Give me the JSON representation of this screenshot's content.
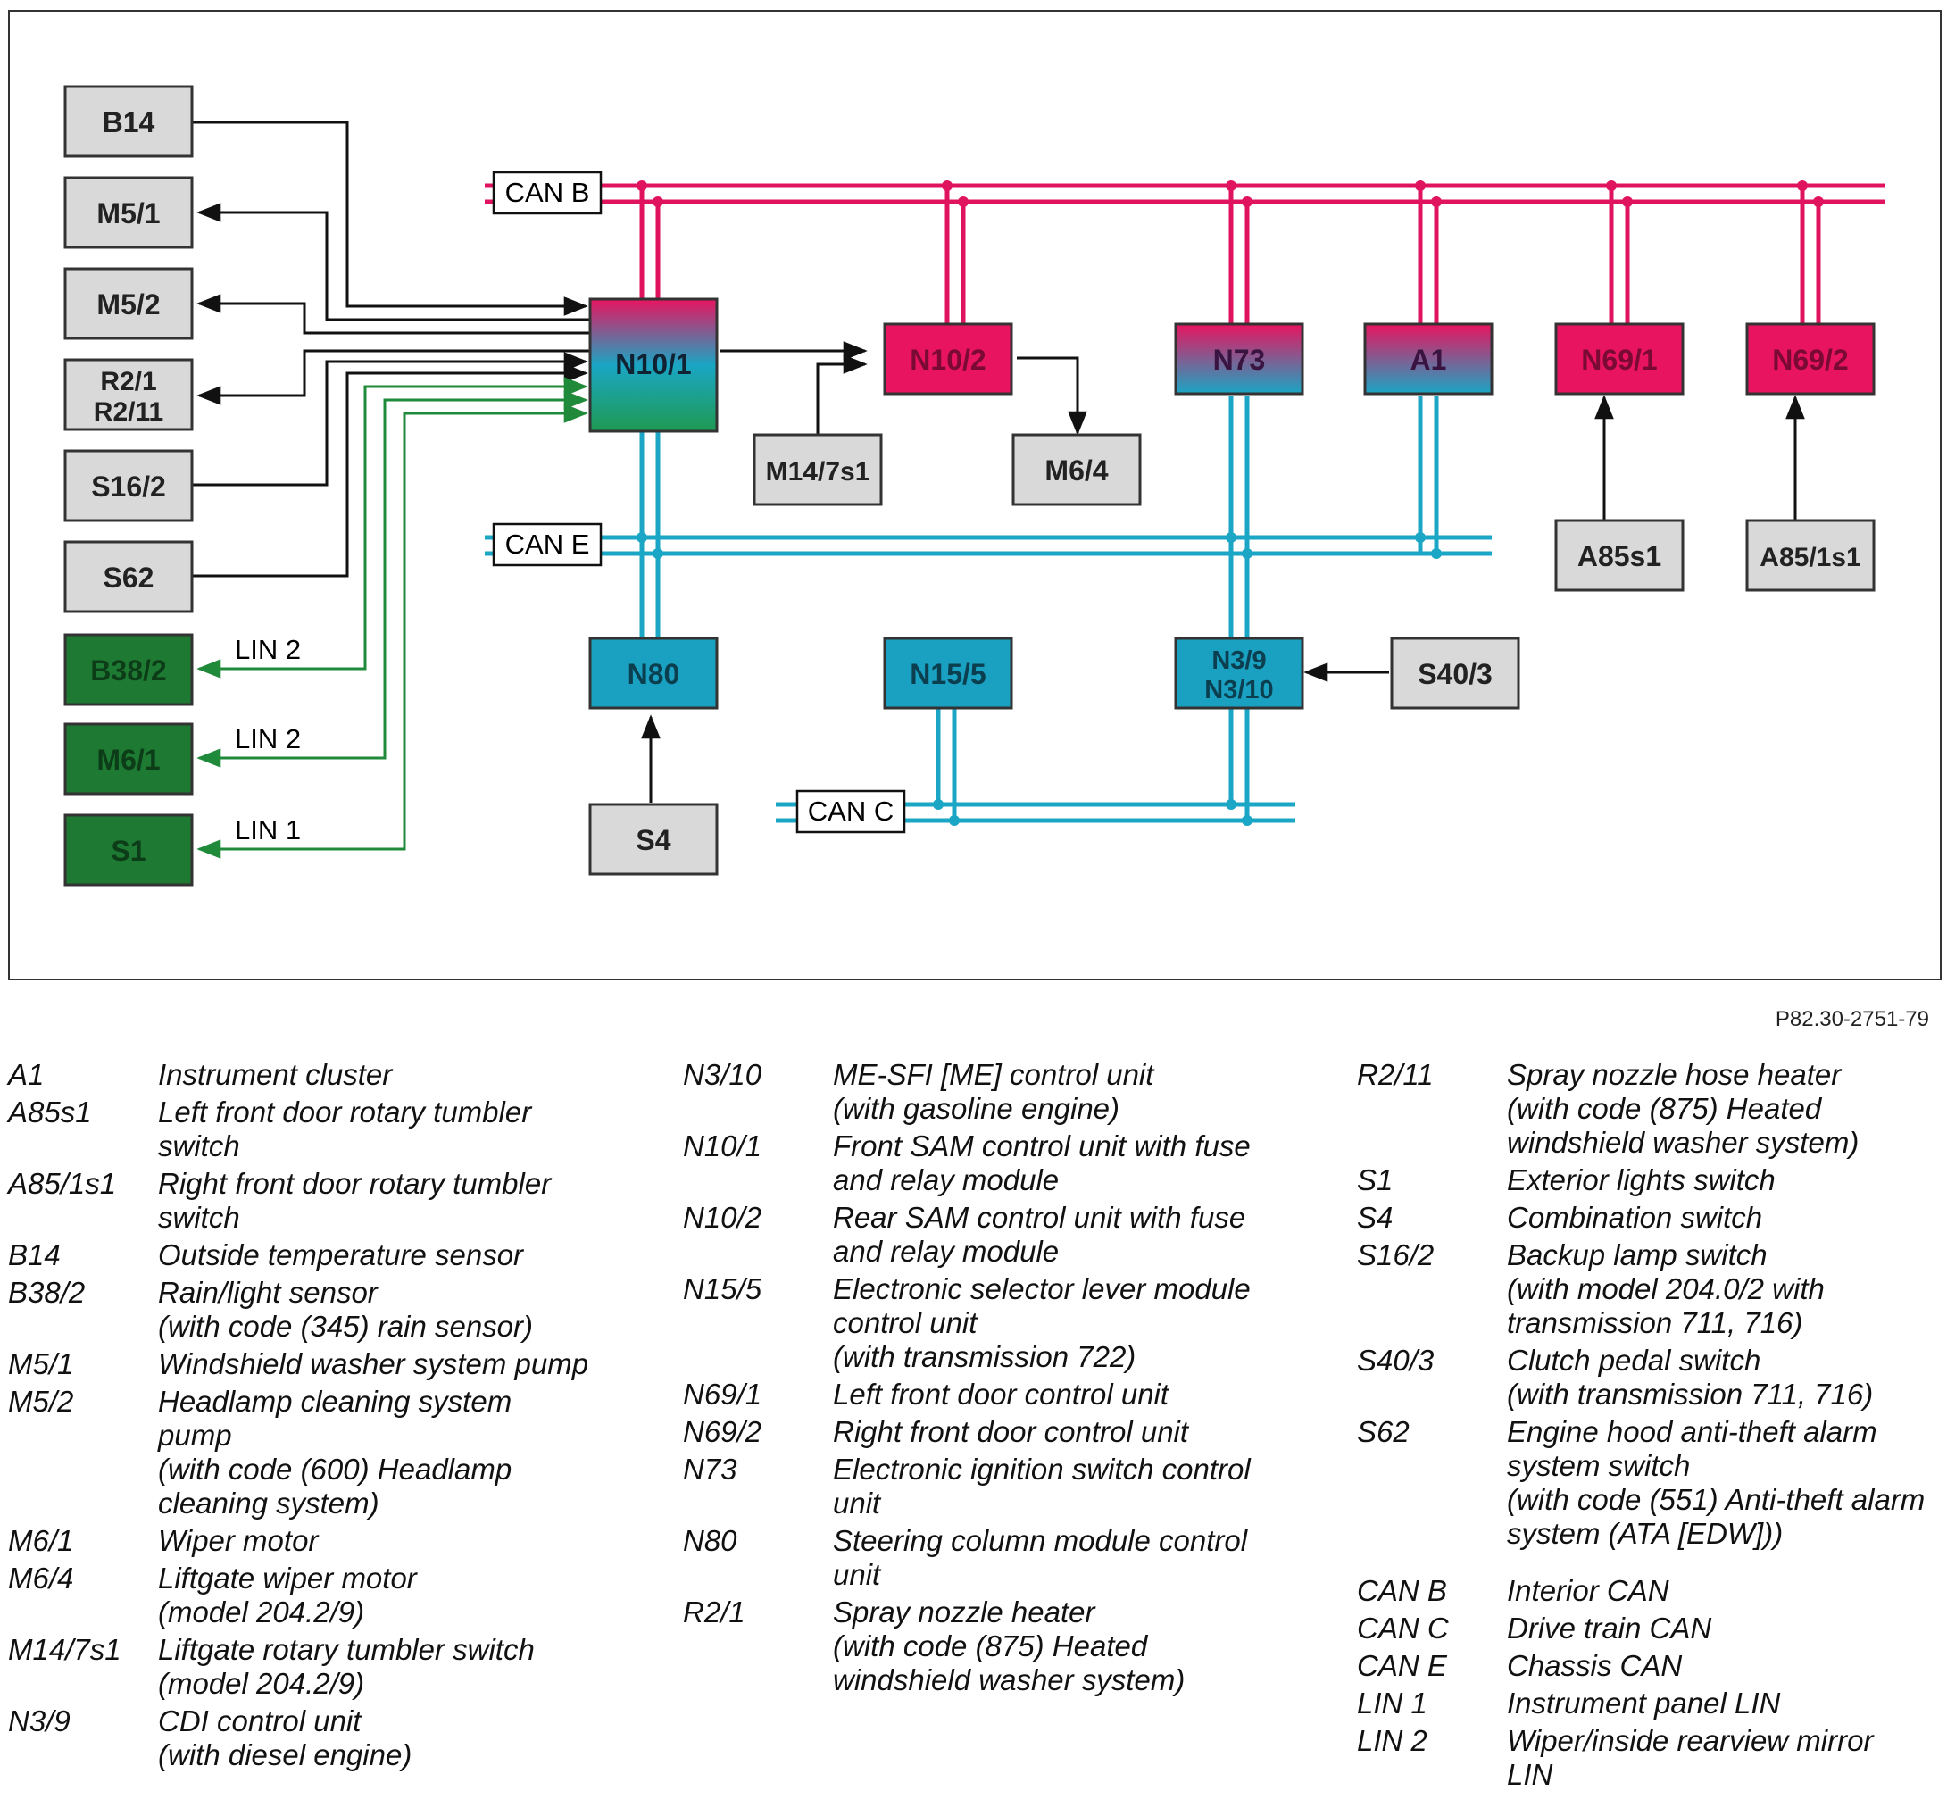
{
  "colors": {
    "can_b": "#e0135f",
    "can_e": "#1aa6c4",
    "can_c": "#1aa6c4",
    "lin": "#1f8a3a",
    "gray_box": "#d9d9d9",
    "green_box": "#1e7a32",
    "blue_box": "#1aa0c0",
    "pink_box": "#e8145f"
  },
  "diagram": {
    "buses": {
      "can_b": "CAN B",
      "can_e": "CAN E",
      "can_c": "CAN C"
    },
    "lin_labels": [
      "LIN 2",
      "LIN 2",
      "LIN 1"
    ],
    "boxes": {
      "B14": "B14",
      "M5_1": "M5/1",
      "M5_2": "M5/2",
      "R2_1": "R2/1",
      "R2_11": "R2/11",
      "S16_2": "S16/2",
      "S62": "S62",
      "B38_2": "B38/2",
      "M6_1": "M6/1",
      "S1": "S1",
      "N10_1": "N10/1",
      "N10_2": "N10/2",
      "N73": "N73",
      "A1": "A1",
      "N69_1": "N69/1",
      "N69_2": "N69/2",
      "M14_7s1": "M14/7s1",
      "M6_4": "M6/4",
      "A85s1": "A85s1",
      "A85_1s1": "A85/1s1",
      "N80": "N80",
      "N15_5": "N15/5",
      "N3_9": "N3/9",
      "N3_10": "N3/10",
      "S40_3": "S40/3",
      "S4": "S4"
    }
  },
  "figure_id": "P82.30-2751-79",
  "legend": {
    "col1": [
      {
        "code": "A1",
        "desc": "Instrument cluster"
      },
      {
        "code": "A85s1",
        "desc": "Left front door rotary tumbler\nswitch"
      },
      {
        "code": "A85/1s1",
        "desc": "Right front door rotary tumbler\nswitch"
      },
      {
        "code": "B14",
        "desc": "Outside temperature sensor"
      },
      {
        "code": "B38/2",
        "desc": "Rain/light sensor\n(with code (345) rain sensor)"
      },
      {
        "code": "M5/1",
        "desc": "Windshield washer system pump"
      },
      {
        "code": "M5/2",
        "desc": "Headlamp cleaning system\npump\n(with code (600) Headlamp\ncleaning system)"
      },
      {
        "code": "M6/1",
        "desc": "Wiper motor"
      },
      {
        "code": "M6/4",
        "desc": "Liftgate wiper motor\n(model 204.2/9)"
      },
      {
        "code": "M14/7s1",
        "desc": "Liftgate rotary tumbler switch\n(model 204.2/9)"
      },
      {
        "code": "N3/9",
        "desc": "CDI control unit\n(with diesel engine)"
      }
    ],
    "col2": [
      {
        "code": "N3/10",
        "desc": "ME-SFI [ME] control unit\n(with gasoline engine)"
      },
      {
        "code": "N10/1",
        "desc": "Front SAM control unit with fuse\nand relay module"
      },
      {
        "code": "N10/2",
        "desc": "Rear SAM control unit with fuse\nand relay module"
      },
      {
        "code": "N15/5",
        "desc": "Electronic selector lever module\ncontrol unit\n(with transmission 722)"
      },
      {
        "code": "N69/1",
        "desc": "Left front door control unit"
      },
      {
        "code": "N69/2",
        "desc": "Right front door control unit"
      },
      {
        "code": "N73",
        "desc": "Electronic ignition switch control\nunit"
      },
      {
        "code": "N80",
        "desc": "Steering column module control\nunit"
      },
      {
        "code": "R2/1",
        "desc": "Spray nozzle heater\n(with code (875) Heated\nwindshield washer system)"
      }
    ],
    "col3": [
      {
        "code": "R2/11",
        "desc": "Spray nozzle hose heater\n(with code (875) Heated\nwindshield washer system)"
      },
      {
        "code": "S1",
        "desc": "Exterior lights switch"
      },
      {
        "code": "S4",
        "desc": "Combination switch"
      },
      {
        "code": "S16/2",
        "desc": "Backup lamp switch\n(with model 204.0/2 with\ntransmission 711, 716)"
      },
      {
        "code": "S40/3",
        "desc": "Clutch pedal switch\n(with transmission 711, 716)"
      },
      {
        "code": "S62",
        "desc": "Engine hood anti-theft alarm\nsystem switch\n(with code (551) Anti-theft alarm\nsystem (ATA [EDW]))"
      },
      {
        "code": "CAN B",
        "desc": "Interior CAN",
        "gap": true
      },
      {
        "code": "CAN C",
        "desc": "Drive train CAN"
      },
      {
        "code": "CAN E",
        "desc": "Chassis CAN"
      },
      {
        "code": "LIN 1",
        "desc": "Instrument panel LIN"
      },
      {
        "code": "LIN 2",
        "desc": "Wiper/inside rearview mirror\nLIN"
      }
    ]
  }
}
